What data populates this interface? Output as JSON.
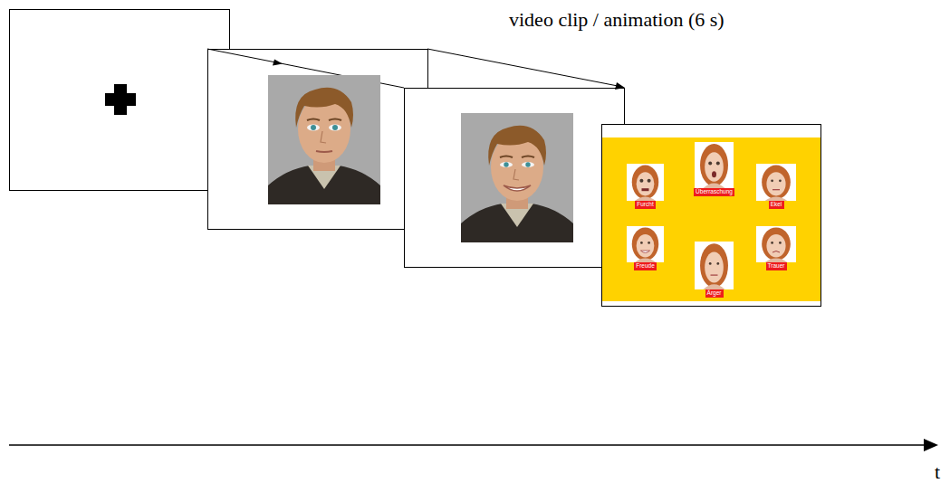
{
  "diagram": {
    "nodes": [
      {
        "text": [
          "Furcht"
        ]
      },
      {
        "text": [
          "Überraschung"
        ]
      },
      {
        "text": [
          "Ekel"
        ]
      },
      {
        "text": [
          "Freude"
        ]
      },
      {
        "text": [
          "Ärger"
        ]
      },
      {
        "text": [
          "Trauer"
        ]
      }
    ],
    "labels": [
      "video clip / animation (6 s)",
      "t"
    ]
  }
}
